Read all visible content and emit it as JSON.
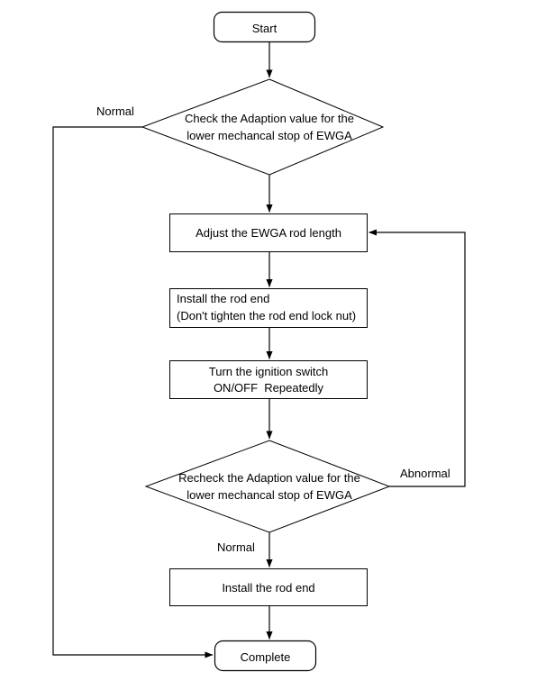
{
  "diagram": {
    "type": "flowchart",
    "orientation": "top-to-bottom",
    "background_color": "#ffffff",
    "line_color": "#000000",
    "text_color": "#000000",
    "nodes": [
      {
        "id": "start",
        "shape": "terminator",
        "label": "Start"
      },
      {
        "id": "check",
        "shape": "decision",
        "line1": "Check the Adaption value for the",
        "line2": "lower mechancal stop of EWGA"
      },
      {
        "id": "adjust",
        "shape": "process",
        "line1": "Adjust the EWGA rod length"
      },
      {
        "id": "install_no_tighten",
        "shape": "process",
        "line1": "Install the rod end",
        "line2": "(Don't tighten the rod end lock nut)"
      },
      {
        "id": "ignition",
        "shape": "process",
        "line1": "Turn the ignition switch",
        "line2": "ON/OFF  Repeatedly"
      },
      {
        "id": "recheck",
        "shape": "decision",
        "line1": "Recheck the Adaption value for the",
        "line2": "lower mechancal stop of EWGA"
      },
      {
        "id": "install",
        "shape": "process",
        "line1": "Install the rod end"
      },
      {
        "id": "complete",
        "shape": "terminator",
        "label": "Complete"
      }
    ],
    "edge_labels": {
      "check_normal": "Normal",
      "recheck_abnormal": "Abnormal",
      "recheck_normal": "Normal"
    }
  }
}
